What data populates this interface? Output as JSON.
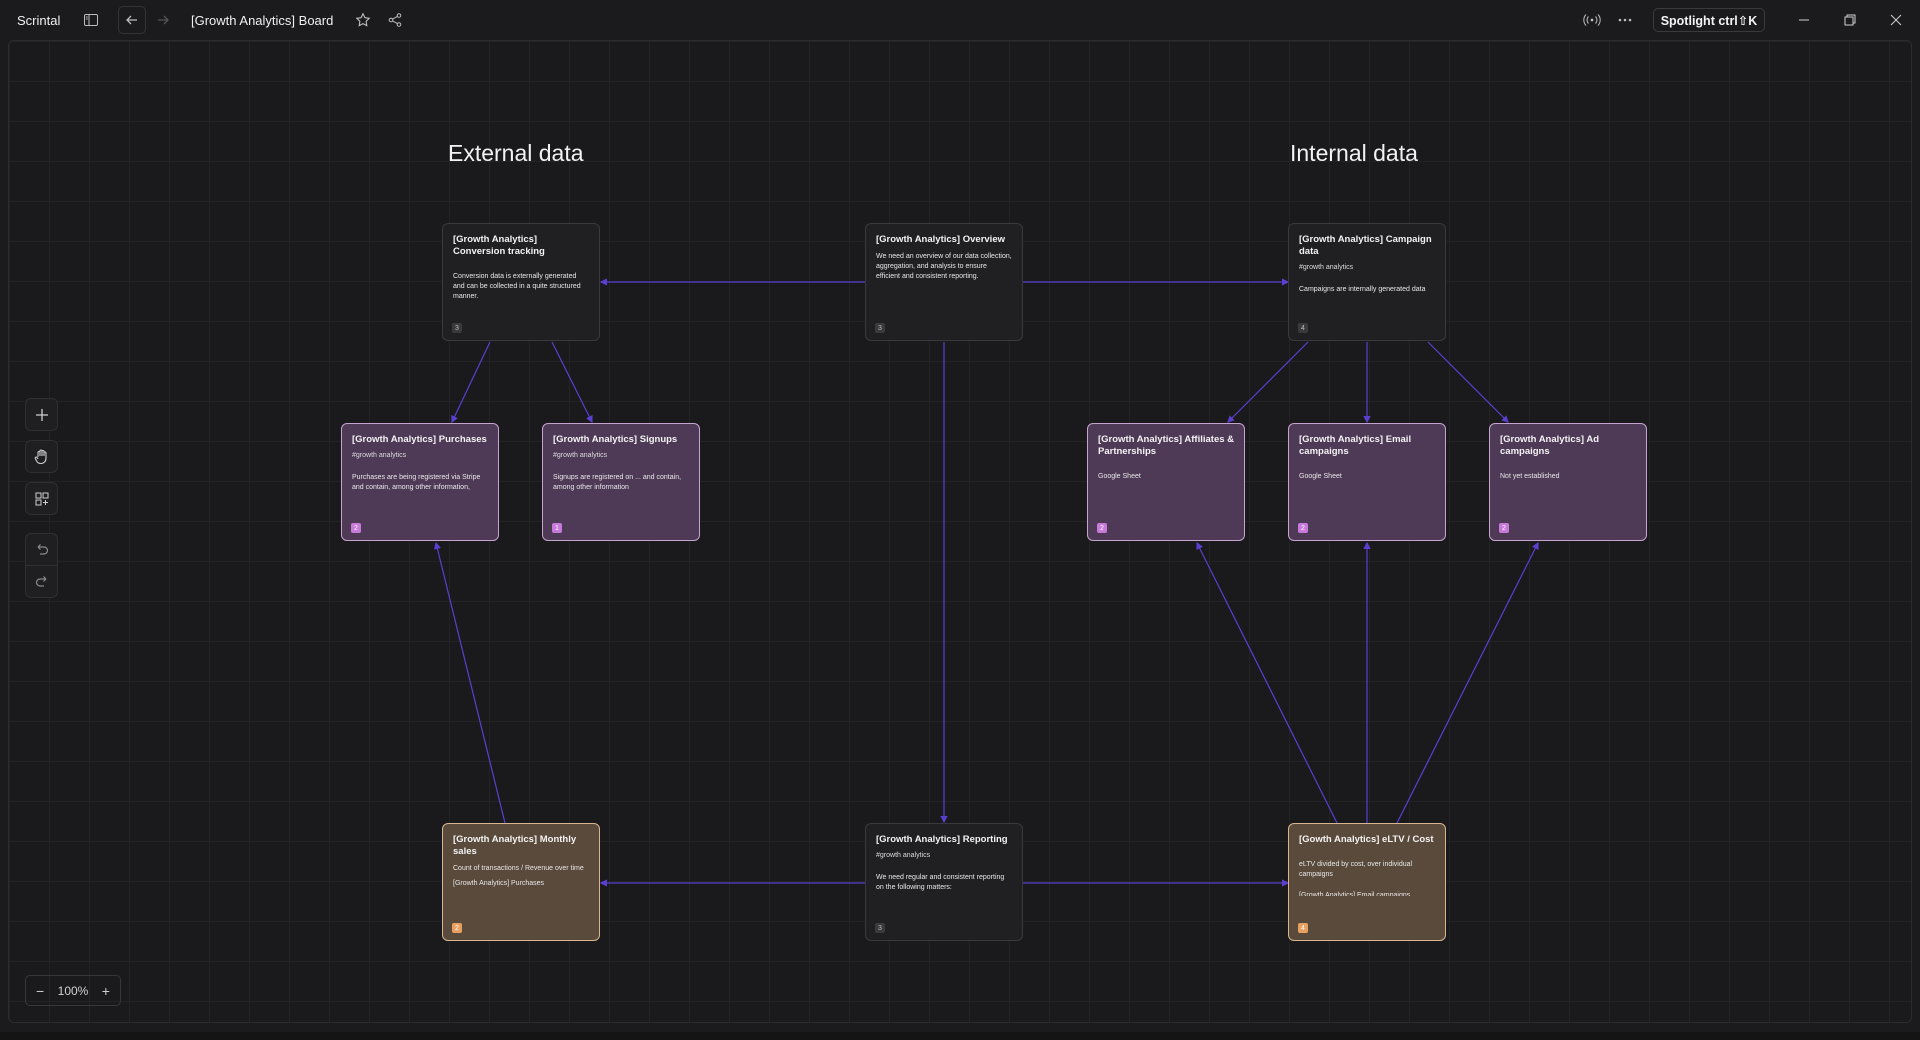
{
  "app": {
    "name": "Scrintal"
  },
  "header": {
    "board_title": "[Growth Analytics] Board",
    "spotlight_label": "Spotlight ctrl⇧K"
  },
  "headings": {
    "external": "External data",
    "internal": "Internal data"
  },
  "cards": [
    {
      "id": "conversion",
      "title": "[Growth Analytics] Conversion tracking",
      "tag": "",
      "body": "Conversion data is externally generated and can be collected in a quite structured manner.",
      "body2": "",
      "badge": "3",
      "style": "dark"
    },
    {
      "id": "overview",
      "title": "[Growth Analytics] Overview",
      "tag": "",
      "body": "We need an overview of our data collection, aggregation, and analysis to ensure efficient and consistent reporting.",
      "body2": "",
      "badge": "3",
      "style": "dark"
    },
    {
      "id": "campaign",
      "title": "[Growth Analytics] Campaign data",
      "tag": "#growth analytics",
      "body": "Campaigns are internally generated data",
      "body2": "",
      "badge": "4",
      "style": "dark"
    },
    {
      "id": "purchases",
      "title": "[Growth Analytics] Purchases",
      "tag": "#growth analytics",
      "body": "Purchases are being registered via Stripe and contain, among other information,",
      "body2": "",
      "badge": "2",
      "style": "purple"
    },
    {
      "id": "signups",
      "title": "[Growth Analytics] Signups",
      "tag": "#growth analytics",
      "body": "Signups are registered on ... and contain, among other information",
      "body2": "",
      "badge": "1",
      "style": "purple"
    },
    {
      "id": "affiliates",
      "title": "[Growth Analytics] Affiliates & Partnerships",
      "tag": "",
      "body": "Google Sheet",
      "body2": "",
      "badge": "2",
      "style": "purple"
    },
    {
      "id": "email",
      "title": "[Growth Analytics] Email campaigns",
      "tag": "",
      "body": "Google Sheet",
      "body2": "",
      "badge": "2",
      "style": "purple"
    },
    {
      "id": "ads",
      "title": "[Growth Analytics] Ad campaigns",
      "tag": "",
      "body": "Not yet established",
      "body2": "",
      "badge": "2",
      "style": "purple"
    },
    {
      "id": "monthly",
      "title": "[Growth Analytics] Monthly sales",
      "tag": "",
      "body": "Count of transactions / Revenue over time",
      "body2": "[Growth Analytics] Purchases",
      "badge": "2",
      "style": "brown"
    },
    {
      "id": "reporting",
      "title": "[Growth Analytics] Reporting",
      "tag": "#growth analytics",
      "body": "We need regular and consistent reporting on the following matters:",
      "body2": "",
      "badge": "3",
      "style": "dark"
    },
    {
      "id": "eltv",
      "title": "[Gowth Analytics] eLTV / Cost",
      "tag": "",
      "body": "eLTV divided by cost, over individual campaigns",
      "body2": "[Growth Analytics] Email campaigns",
      "badge": "4",
      "style": "brown"
    }
  ],
  "zoom": {
    "minus": "−",
    "level": "100%",
    "plus": "+"
  },
  "colors": {
    "edge": "#5b3fd1",
    "purple_border": "#c7a3cf",
    "brown_border": "#d9b68f"
  }
}
